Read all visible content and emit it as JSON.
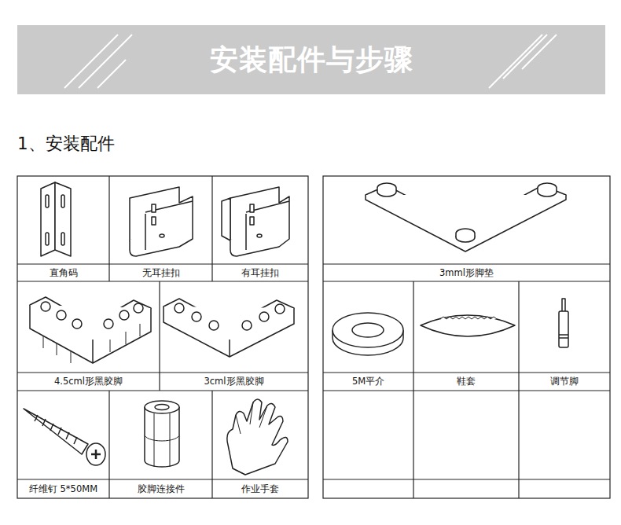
{
  "diagram": {
    "title": "安装配件与步骤",
    "labels": [
      "1、安装配件",
      "直角码",
      "无耳挂扣",
      "有耳挂扣",
      "3mml形脚垫",
      "4.5cml形黑胶脚",
      "3cml形黑胶脚",
      "5M平介",
      "鞋套",
      "调节脚",
      "纤维钉 5*50MM",
      "胶脚连接件",
      "作业手套"
    ]
  }
}
